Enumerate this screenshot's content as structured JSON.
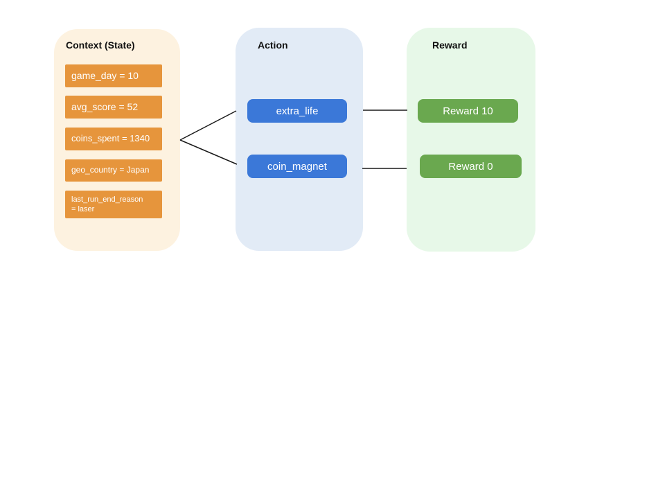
{
  "diagram": {
    "context": {
      "title": "Context (State)",
      "panel_color": "#FDF2E0",
      "box_color": "#E6953C",
      "items": [
        {
          "label": "game_day = 10"
        },
        {
          "label": "avg_score = 52"
        },
        {
          "label": "coins_spent = 1340"
        },
        {
          "label": "geo_country = Japan"
        },
        {
          "label": "last_run_end_reason\n= laser"
        }
      ]
    },
    "action": {
      "title": "Action",
      "panel_color": "#E2EBF6",
      "box_color": "#3B78D8",
      "items": [
        {
          "label": "extra_life"
        },
        {
          "label": "coin_magnet"
        }
      ]
    },
    "reward": {
      "title": "Reward",
      "panel_color": "#E7F8E8",
      "box_color": "#6AA84F",
      "items": [
        {
          "label": "Reward 10"
        },
        {
          "label": "Reward 0"
        }
      ]
    },
    "connector_color": "#1a1a1a"
  }
}
